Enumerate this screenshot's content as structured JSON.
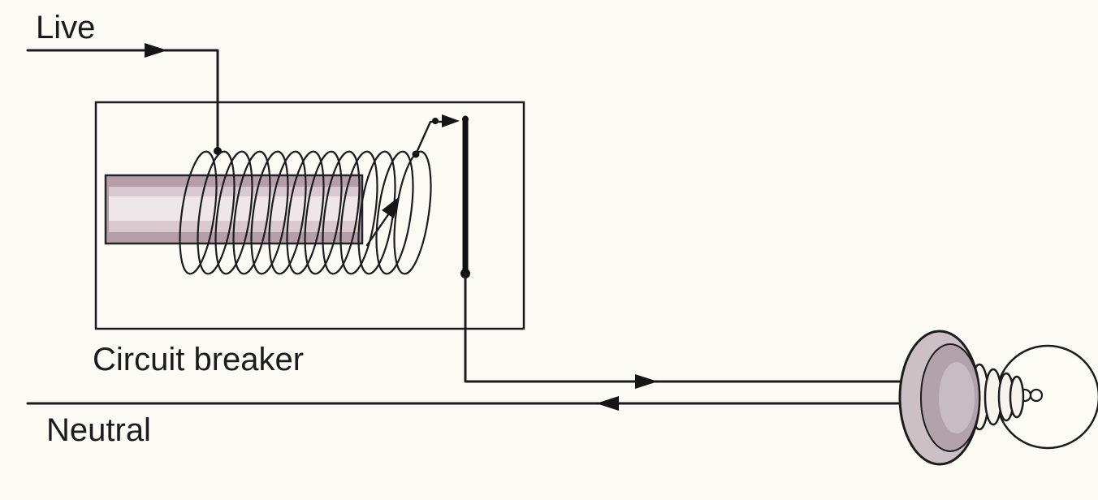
{
  "diagram": {
    "labels": {
      "live": "Live",
      "breaker": "Circuit breaker",
      "neutral": "Neutral"
    },
    "colors": {
      "background": "#fcfaf4",
      "line": "#1c1c1c",
      "core_dark": "#b49ea8",
      "core_mid": "#d9c8ce",
      "core_light": "#efe6e9",
      "flange_outer": "#cdc0c5",
      "flange_inner": "#b2a3aa",
      "flange_center": "#c8bbc1",
      "screw_fill": "#f7f4ef",
      "glass_fill": "#fdfcf7"
    },
    "components": {
      "enclosure": "circuit-breaker-box",
      "coil": "electromagnet-coil",
      "core": "iron-core",
      "switch": "trip-contact-bar",
      "lamp": "light-bulb"
    }
  }
}
